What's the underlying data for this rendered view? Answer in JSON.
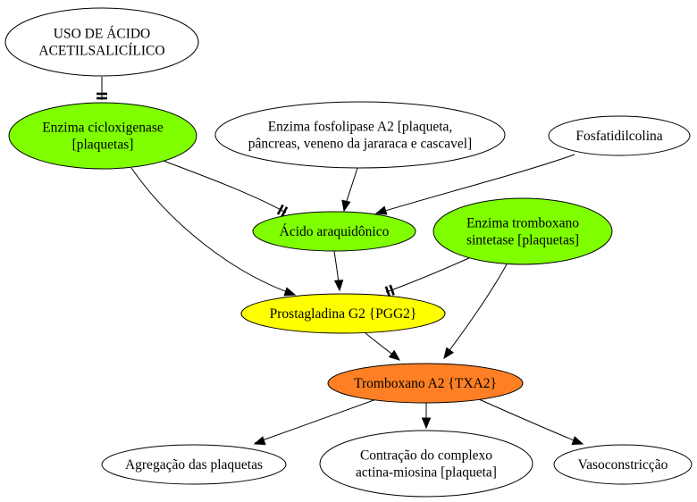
{
  "colors": {
    "white": "#ffffff",
    "green": "#7fff00",
    "yellow": "#ffff00",
    "orange": "#ff7f24",
    "stroke": "#000000"
  },
  "nodes": {
    "aspirin": {
      "lines": [
        "USO DE ÁCIDO",
        "ACETILSALICÍLICO"
      ],
      "fill": "white"
    },
    "cox": {
      "lines": [
        "Enzima cicloxigenase",
        "[plaquetas]"
      ],
      "fill": "green"
    },
    "pla2": {
      "lines": [
        "Enzima fosfolipase A2 [plaqueta,",
        "pâncreas, veneno da jararaca e cascavel]"
      ],
      "fill": "white"
    },
    "fosfatidil": {
      "lines": [
        "Fosfatidilcolina"
      ],
      "fill": "white"
    },
    "araquidonico": {
      "lines": [
        "Ácido araquidônico"
      ],
      "fill": "green"
    },
    "tromboxano_sintetase": {
      "lines": [
        "Enzima tromboxano",
        "sintetase [plaquetas]"
      ],
      "fill": "green"
    },
    "pgg2": {
      "lines": [
        "Prostagladina G2 {PGG2}"
      ],
      "fill": "yellow"
    },
    "txa2": {
      "lines": [
        "Tromboxano A2 {TXA2}"
      ],
      "fill": "orange"
    },
    "agregacao": {
      "lines": [
        "Agregação das plaquetas"
      ],
      "fill": "white"
    },
    "contracao": {
      "lines": [
        "Contração do complexo",
        "actina-miosina [plaqueta]"
      ],
      "fill": "white"
    },
    "vasoconstricao": {
      "lines": [
        "Vasoconstricção"
      ],
      "fill": "white"
    }
  },
  "edges": [
    {
      "from": "aspirin",
      "to": "cox",
      "head": "tee"
    },
    {
      "from": "cox",
      "to": "araquidonico",
      "head": "tee"
    },
    {
      "from": "cox",
      "to": "pgg2",
      "head": "arrow"
    },
    {
      "from": "pla2",
      "to": "araquidonico",
      "head": "arrow"
    },
    {
      "from": "fosfatidil",
      "to": "araquidonico",
      "head": "arrow"
    },
    {
      "from": "araquidonico",
      "to": "pgg2",
      "head": "arrow"
    },
    {
      "from": "tromboxano_sintetase",
      "to": "pgg2",
      "head": "tee"
    },
    {
      "from": "tromboxano_sintetase",
      "to": "txa2",
      "head": "arrow"
    },
    {
      "from": "pgg2",
      "to": "txa2",
      "head": "arrow"
    },
    {
      "from": "txa2",
      "to": "agregacao",
      "head": "arrow"
    },
    {
      "from": "txa2",
      "to": "contracao",
      "head": "arrow"
    },
    {
      "from": "txa2",
      "to": "vasoconstricao",
      "head": "arrow"
    }
  ]
}
